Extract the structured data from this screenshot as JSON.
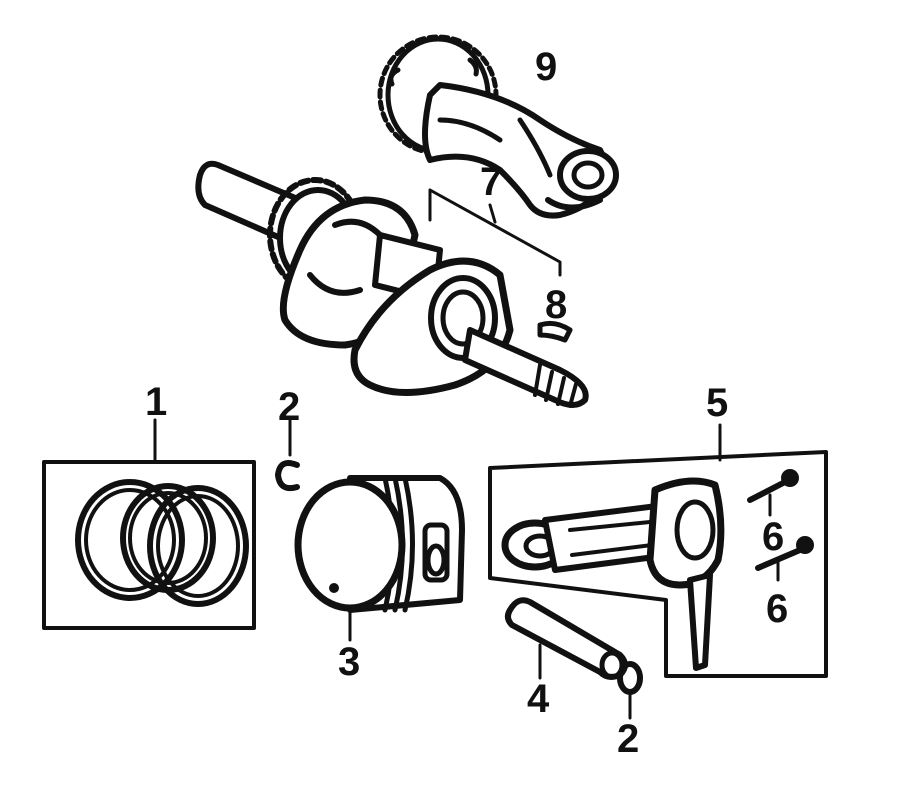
{
  "diagram": {
    "callouts": {
      "c1": "1",
      "c2a": "2",
      "c2b": "2",
      "c3": "3",
      "c4": "4",
      "c5": "5",
      "c6a": "6",
      "c6b": "6",
      "c7": "7",
      "c8": "8",
      "c9": "9"
    }
  }
}
